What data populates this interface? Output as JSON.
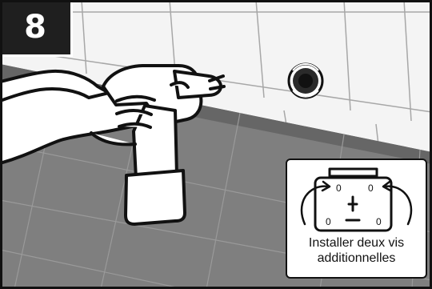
{
  "step": {
    "number": "8"
  },
  "callout": {
    "caption_line_1": "Installer deux vis",
    "caption_line_2": "additionnelles",
    "screw_labels": [
      "0",
      "0",
      "0",
      "0"
    ]
  },
  "icons": [
    "drill-icon",
    "pipe-outlet-icon",
    "mounting-bracket-icon",
    "left-arrow-icon",
    "right-arrow-icon"
  ],
  "colors": {
    "ink": "#111111",
    "wall": "#f4f4f4",
    "floor": "#7f7f7f",
    "floor_dark": "#666666",
    "badge": "#1f1f1f"
  }
}
